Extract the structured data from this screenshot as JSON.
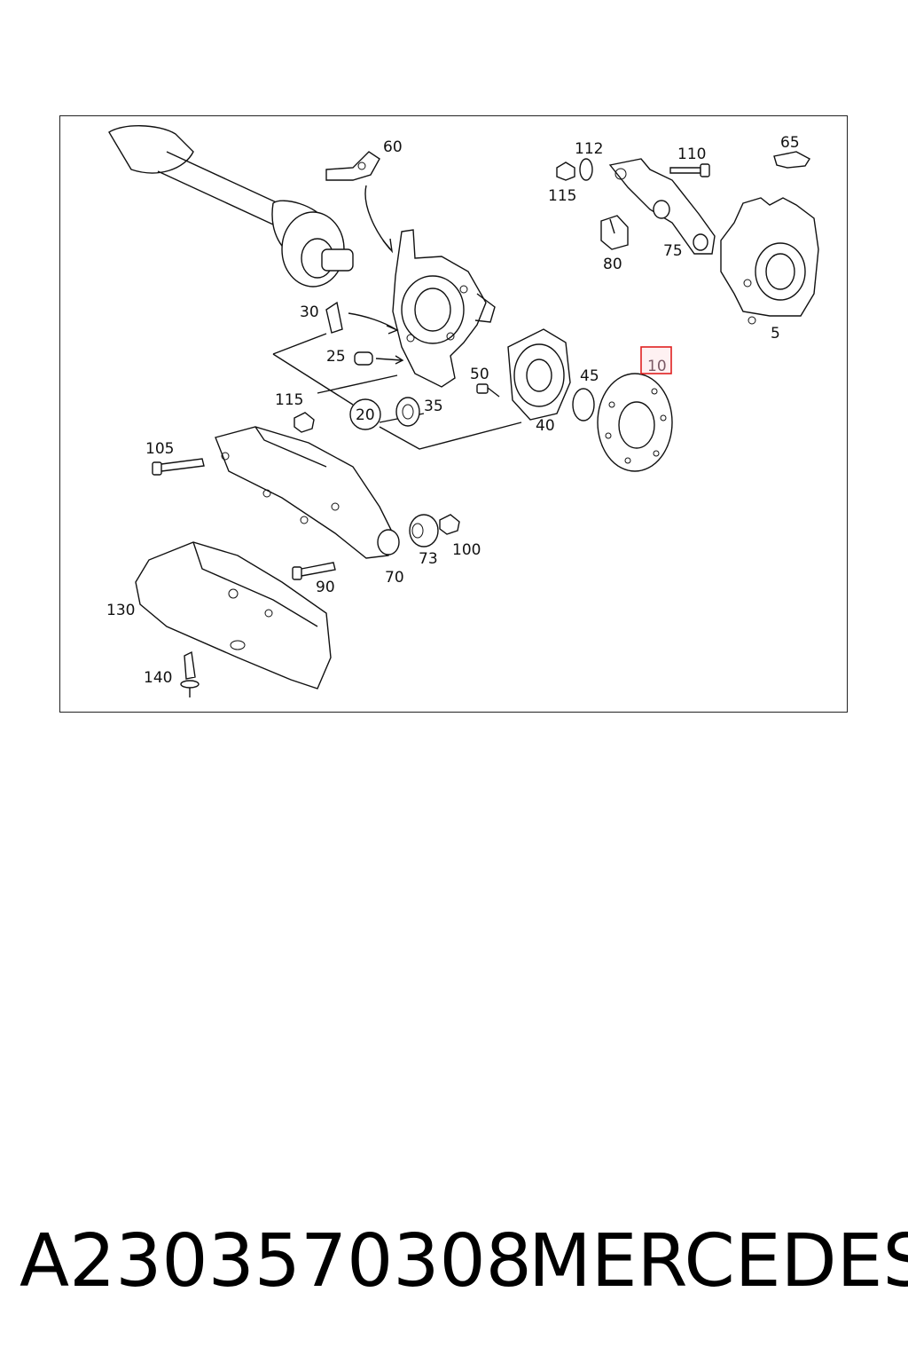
{
  "diagram": {
    "labels": {
      "p5": "5",
      "p10": "10",
      "p20": "20",
      "p25": "25",
      "p30": "30",
      "p35": "35",
      "p40": "40",
      "p45": "45",
      "p50": "50",
      "p60": "60",
      "p65": "65",
      "p70": "70",
      "p73": "73",
      "p75": "75",
      "p80": "80",
      "p90": "90",
      "p100": "100",
      "p105": "105",
      "p110": "110",
      "p112": "112",
      "p115a": "115",
      "p115b": "115",
      "p130": "130",
      "p140": "140"
    },
    "highlighted_part": "10",
    "highlight_color": "#e02020"
  },
  "caption": {
    "part_number": "A2303570308",
    "brand": "MERCEDES"
  }
}
